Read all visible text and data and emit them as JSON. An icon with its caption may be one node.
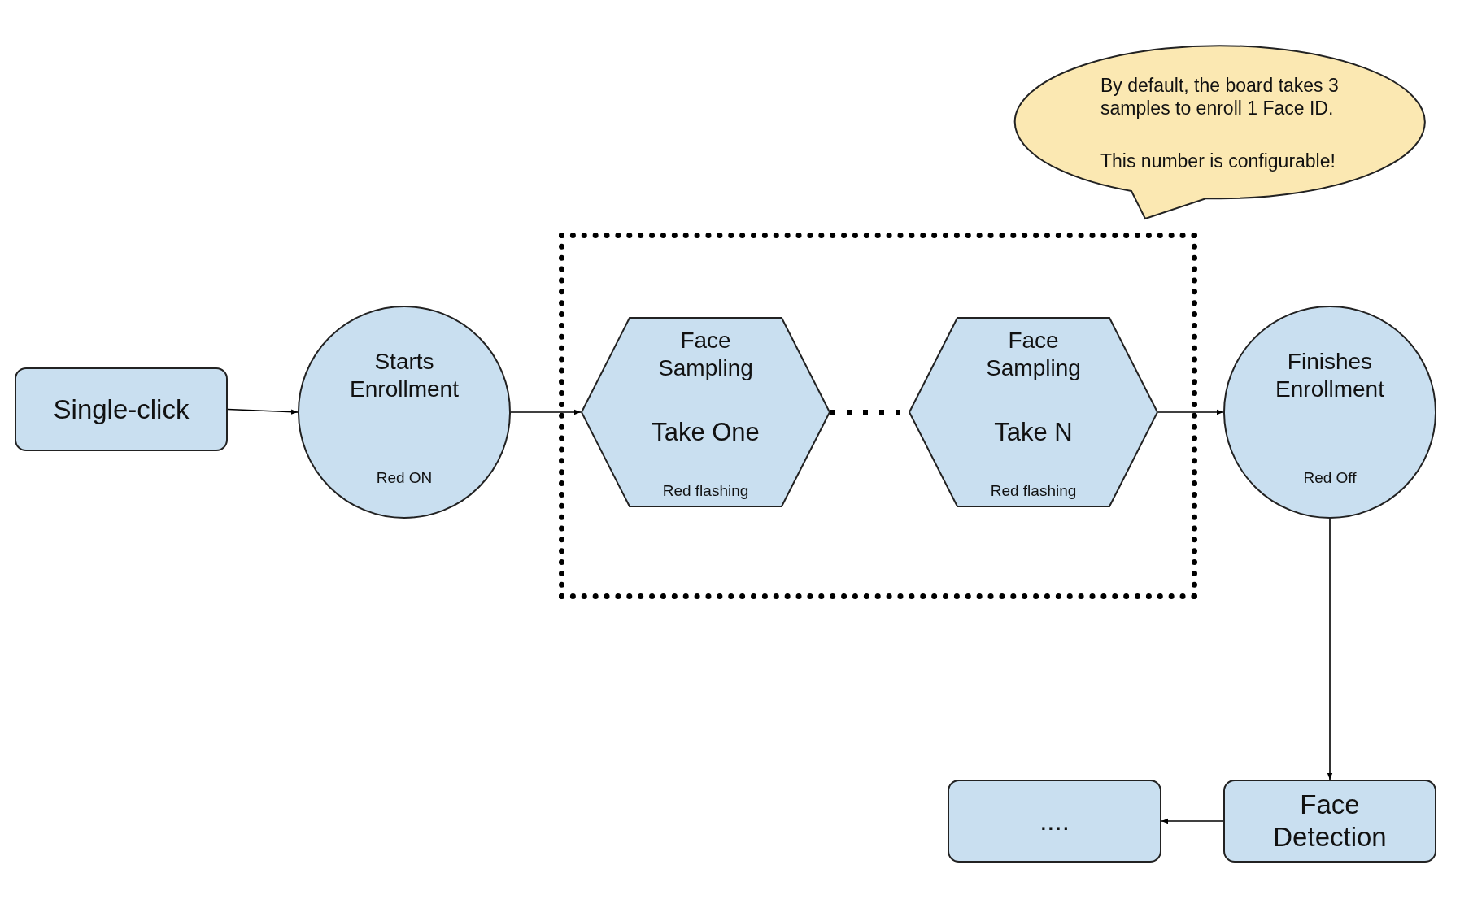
{
  "diagram": {
    "nodes": [
      {
        "text": [
          "By default, the board takes 3 samples to enroll 1 Face ID.",
          "This number is configurable!"
        ]
      },
      {
        "text": [
          "Single-click"
        ]
      },
      {
        "text": [
          "Starts Enrollment",
          "Red ON"
        ]
      },
      {
        "text": [],
        "shape": "box"
      },
      {
        "text": [
          "Face Sampling",
          "Take One",
          "Red flashing"
        ],
        "in": 3
      },
      {
        "text": [
          "Face Sampling",
          "Take N",
          "Red flashing"
        ],
        "in": 3
      },
      {
        "text": [
          "Finishes Enrollment",
          "Red Off"
        ]
      },
      {
        "text": [
          "...."
        ]
      },
      {
        "text": [
          "Face Detection"
        ]
      }
    ],
    "edges": [
      {
        "from": 1,
        "to": 2,
        "arrow": "to"
      },
      {
        "from": 2,
        "to": 4,
        "arrow": "to"
      },
      {
        "from": 4,
        "to": 5,
        "arrow": "none",
        "style": "dashed"
      },
      {
        "from": 5,
        "to": 6,
        "arrow": "to"
      },
      {
        "from": 6,
        "to": 8,
        "arrow": "to"
      },
      {
        "from": 8,
        "to": 7,
        "arrow": "to"
      }
    ]
  }
}
